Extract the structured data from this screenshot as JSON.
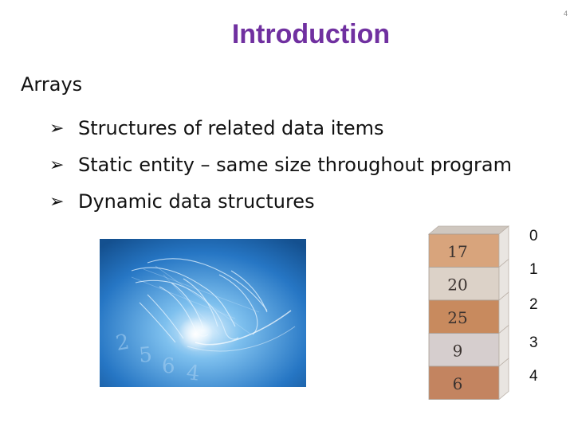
{
  "slide": {
    "number": "4",
    "title": "Introduction"
  },
  "content": {
    "heading": "Arrays",
    "bullets": [
      "Structures of related data items",
      "Static entity – same size throughout program",
      "Dynamic data structures"
    ],
    "bullet_icon": "arrow-bullet-icon"
  },
  "array_diagram": {
    "values": [
      "17",
      "20",
      "25",
      "9",
      "6"
    ],
    "indices": [
      "0",
      "1",
      "2",
      "3",
      "4"
    ],
    "block_colors": [
      "#d8a47c",
      "#dcd2c8",
      "#c88a5e",
      "#d6cece",
      "#c38460"
    ]
  },
  "colors": {
    "title": "#7030a0",
    "image_background": "#1d6eb8"
  }
}
